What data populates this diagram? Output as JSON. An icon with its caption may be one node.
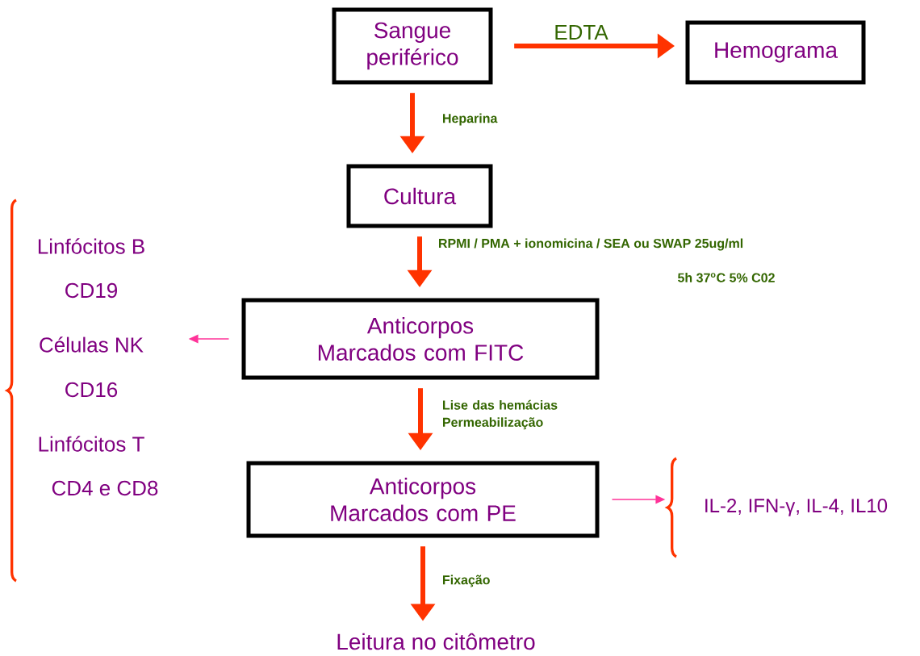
{
  "diagram": {
    "nodes": [
      {
        "text": [
          "Sangue periférico"
        ]
      },
      {
        "text": [
          "Hemograma"
        ]
      },
      {
        "text": [
          "Cultura"
        ]
      },
      {
        "text": [
          "Anticorpos Marcados com FITC"
        ]
      },
      {
        "text": [
          "Anticorpos Marcados com PE"
        ]
      },
      {
        "text": [
          "Leitura no citômetro"
        ]
      },
      {
        "text": [
          "Linfócitos B",
          "CD19",
          "Células NK",
          "CD16",
          "Linfócitos T",
          "CD4 e CD8"
        ]
      },
      {
        "text": [
          "IL-2, IFN-γ, IL-4, IL10"
        ]
      }
    ],
    "edges": [
      {
        "from": 0,
        "to": 1,
        "arrow": "to",
        "label": "EDTA"
      },
      {
        "from": 0,
        "to": 2,
        "arrow": "to",
        "label": "Heparina"
      },
      {
        "from": 2,
        "to": 3,
        "arrow": "to",
        "label": "RPMI / PMA + ionomicina / SEA ou SWAP 25ug/ml"
      },
      {
        "from": 3,
        "to": 4,
        "arrow": "to",
        "label": "Lise das hemácias Permeabilização"
      },
      {
        "from": 4,
        "to": 5,
        "arrow": "to",
        "label": "Fixação"
      },
      {
        "from": 3,
        "to": 6,
        "arrow": "to",
        "color": "#ff3399"
      },
      {
        "from": 4,
        "to": 7,
        "arrow": "to",
        "color": "#ff3399"
      }
    ],
    "labels": [
      "5h 37$^{o}$C 5% C02"
    ]
  }
}
